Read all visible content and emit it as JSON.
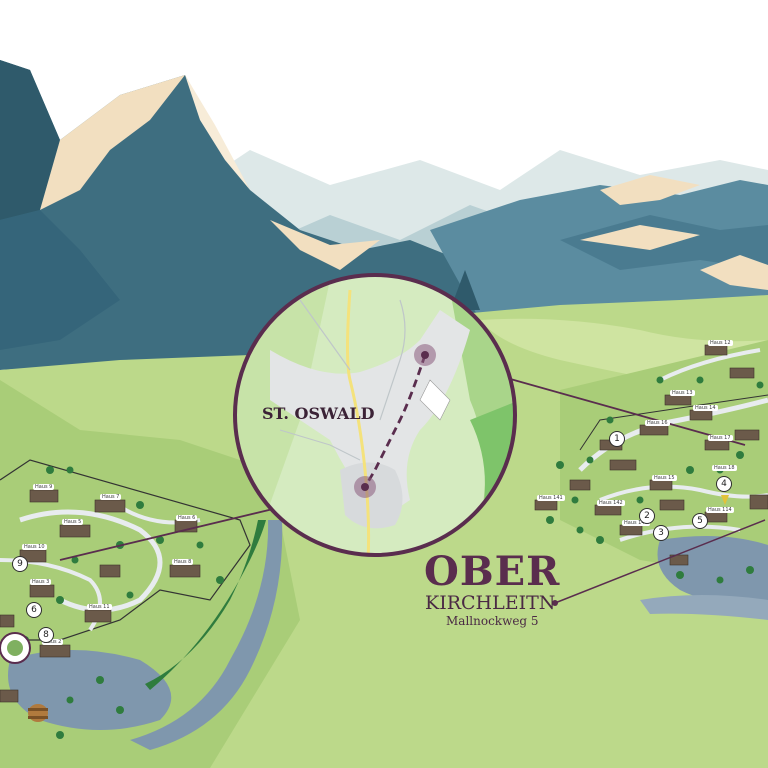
{
  "map": {
    "inset_label": "ST. OSWALD",
    "title_main": "OBER",
    "title_sub": "KIRCHLEITN",
    "address": "Mallnockweg 5",
    "colors": {
      "mountain_dark": "#3e6e80",
      "mountain_light": "#5b8ca0",
      "peak_highlight": "#f2dfc0",
      "meadow": "#bcd98a",
      "meadow_dark": "#9fc36a",
      "water": "#7f97ad",
      "route": "#5a2d4e",
      "forest": "#2f7c3e"
    }
  },
  "west_village": {
    "labels": [
      "Haus 7",
      "Haus 6",
      "Haus 9",
      "Haus 5",
      "Haus 10",
      "Haus 8",
      "Haus 3",
      "Haus 11",
      "Haus 2"
    ],
    "markers": [
      "9",
      "6",
      "8"
    ]
  },
  "east_village": {
    "labels": [
      "Haus 13",
      "Haus 12",
      "Haus 14",
      "Haus 16",
      "Haus 17",
      "Haus 18",
      "Haus 15",
      "Haus 141",
      "Haus 142",
      "Haus 144",
      "Haus 114"
    ],
    "markers": [
      "1",
      "2",
      "3",
      "4",
      "5"
    ]
  }
}
